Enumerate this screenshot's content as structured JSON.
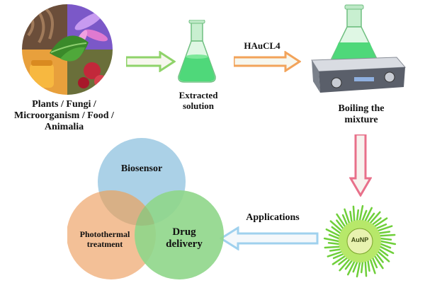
{
  "sources": {
    "label": "Plants / Fungi / Microorganism / Food / Animalia"
  },
  "steps": {
    "extracted": "Extracted solution",
    "reagent": "HAuCL4",
    "boiling": "Boiling the mixture",
    "nanoparticle": "AuNP",
    "applications_arrow": "Applications"
  },
  "venn": {
    "circle_top": "Biosensor",
    "circle_left": "Photothermal treatment",
    "circle_right": "Drug delivery"
  },
  "colors": {
    "arrow_green": "#8fd36a",
    "arrow_orange": "#f2a35a",
    "arrow_red": "#e8708a",
    "arrow_blue": "#9fd1ee",
    "liquid": "#4fd87a",
    "venn_blue": "#a6cfe6",
    "venn_peach": "#f2b98c",
    "venn_green": "#8fd68a"
  }
}
